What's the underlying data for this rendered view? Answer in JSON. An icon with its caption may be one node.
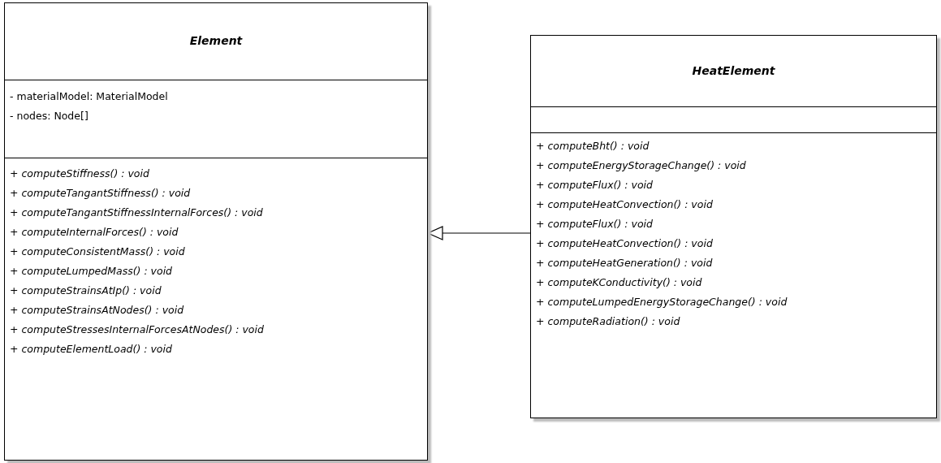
{
  "diagram": {
    "nodes": [
      {
        "text": [
          "Element"
        ]
      },
      {
        "text": [
          "- materialModel: MaterialModel",
          "- nodes: Node[]"
        ],
        "in": 0
      },
      {
        "text": [
          "+ computeStiffness() : void",
          "+ computeTangantStiffness() : void",
          "+ computeTangantStiffnessInternalForces() : void",
          "+ computeInternalForces() : void",
          "+ computeConsistentMass() : void",
          "+ computeLumpedMass() : void",
          "+ computeStrainsAtIp() : void",
          "+ computeStrainsAtNodes() : void",
          "+ computeStressesInternalForcesAtNodes() : void",
          "+ computeElementLoad() : void"
        ],
        "in": 0
      },
      {
        "text": [
          "HeatElement"
        ]
      },
      {
        "text": [],
        "shape": "box",
        "in": 3
      },
      {
        "text": [
          "+ computeBht() : void",
          "+ computeEnergyStorageChange() : void",
          "+ computeFlux() : void",
          "+ computeHeatConvection() : void",
          "+ computeFlux() : void",
          "+ computeHeatConvection() : void",
          "+ computeHeatGeneration() : void",
          "+ computeKConductivity() : void",
          "+ computeLumpedEnergyStorageChange() : void",
          "+ computeRadiation() : void"
        ],
        "in": 3
      }
    ],
    "edges": [
      {
        "from": 3,
        "to": 0,
        "arrow": "to"
      }
    ]
  }
}
